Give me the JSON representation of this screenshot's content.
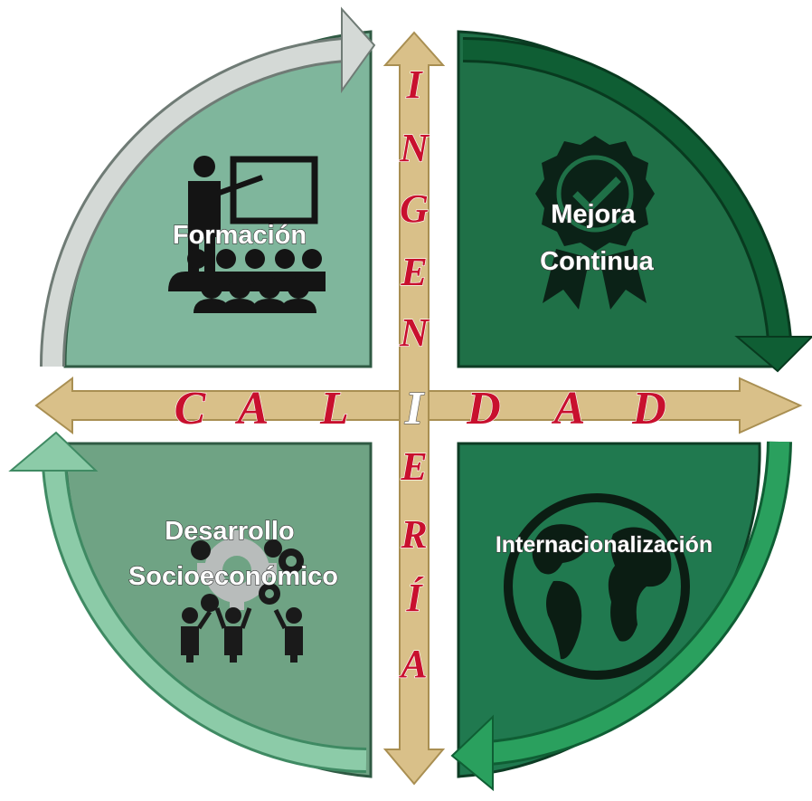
{
  "quadrants": [
    {
      "id": "formacion",
      "label_lines": [
        "Formación"
      ],
      "icon": "teacher-presentation-icon",
      "color": "#7fb69c"
    },
    {
      "id": "mejora-continua",
      "label_lines": [
        "Mejora",
        "Continua"
      ],
      "icon": "quality-badge-check-icon",
      "color": "#1e6e47"
    },
    {
      "id": "desarrollo",
      "label_lines": [
        "Desarrollo",
        "Socioeconómico"
      ],
      "icon": "gears-people-icon",
      "color": "#6fa384"
    },
    {
      "id": "internacionalizacion",
      "label_lines": [
        "Internacionalización"
      ],
      "icon": "globe-icon",
      "color": "#1f7e52"
    }
  ],
  "horizontal_word": [
    "C",
    "A",
    "L",
    "I",
    "D",
    "A",
    "D"
  ],
  "vertical_word": [
    "I",
    "N",
    "G",
    "E",
    "N",
    "I",
    "E",
    "R",
    "Í",
    "A"
  ],
  "colors": {
    "cross_arrow": "#d9c089",
    "letters": "#c8102e",
    "arrow_gray": "#d2d6d4",
    "arrow_dark_green": "#0f5e34",
    "arrow_green": "#2aa05e",
    "arrow_light_green": "#8ccba8"
  }
}
